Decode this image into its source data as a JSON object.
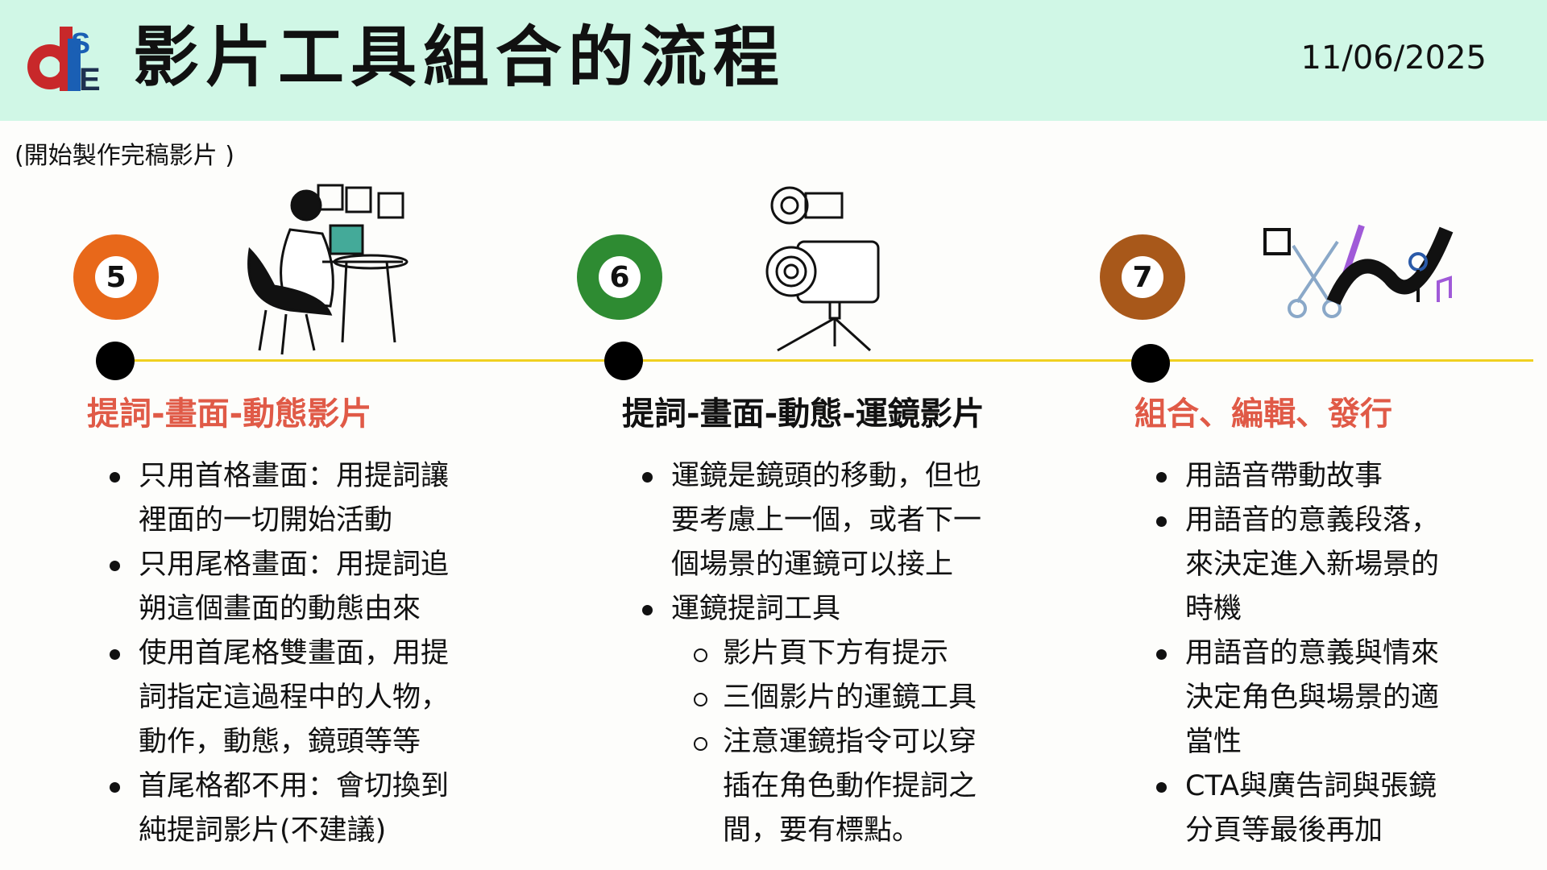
{
  "header": {
    "logo_text": "dSE",
    "title": "影片工具組合的流程",
    "date": "11/06/2025"
  },
  "subtitle": "(開始製作完稿影片 )",
  "colors": {
    "header_bg": "#d0f7e6",
    "accent_red": "#e05a47",
    "timeline": "#f0d020",
    "ball5": "#e8681a",
    "ball6": "#2e8b32",
    "ball7": "#a8581a"
  },
  "steps": [
    {
      "number": "5",
      "heading": "提詞-畫面-動態影片",
      "items": [
        {
          "level": 1,
          "lines": [
            "只用首格畫面：用提詞讓",
            "裡面的一切開始活動"
          ]
        },
        {
          "level": 1,
          "lines": [
            "只用尾格畫面：用提詞追",
            "朔這個畫面的動態由來"
          ]
        },
        {
          "level": 1,
          "lines": [
            "使用首尾格雙畫面，用提",
            "詞指定這過程中的人物，",
            "動作，動態，鏡頭等等"
          ]
        },
        {
          "level": 1,
          "lines": [
            "首尾格都不用：會切換到",
            "純提詞影片(不建議)"
          ]
        }
      ]
    },
    {
      "number": "6",
      "heading": "提詞-畫面-動態-運鏡影片",
      "items": [
        {
          "level": 1,
          "lines": [
            "運鏡是鏡頭的移動，但也",
            "要考慮上一個，或者下一",
            "個場景的運鏡可以接上"
          ]
        },
        {
          "level": 1,
          "lines": [
            "運鏡提詞工具"
          ]
        },
        {
          "level": 2,
          "lines": [
            "影片頁下方有提示"
          ]
        },
        {
          "level": 2,
          "lines": [
            "三個影片的運鏡工具"
          ]
        },
        {
          "level": 2,
          "lines": [
            "注意運鏡指令可以穿",
            "插在角色動作提詞之",
            "間，要有標點。"
          ]
        }
      ]
    },
    {
      "number": "7",
      "heading": "組合、編輯、發行",
      "items": [
        {
          "level": 1,
          "lines": [
            "用語音帶動故事"
          ]
        },
        {
          "level": 1,
          "lines": [
            "用語音的意義段落，",
            "來決定進入新場景的",
            "時機"
          ]
        },
        {
          "level": 1,
          "lines": [
            "用語音的意義與情來",
            "決定角色與場景的適",
            "當性"
          ]
        },
        {
          "level": 1,
          "lines": [
            "CTA與廣告詞與張鏡",
            "分頁等最後再加"
          ]
        }
      ]
    }
  ]
}
